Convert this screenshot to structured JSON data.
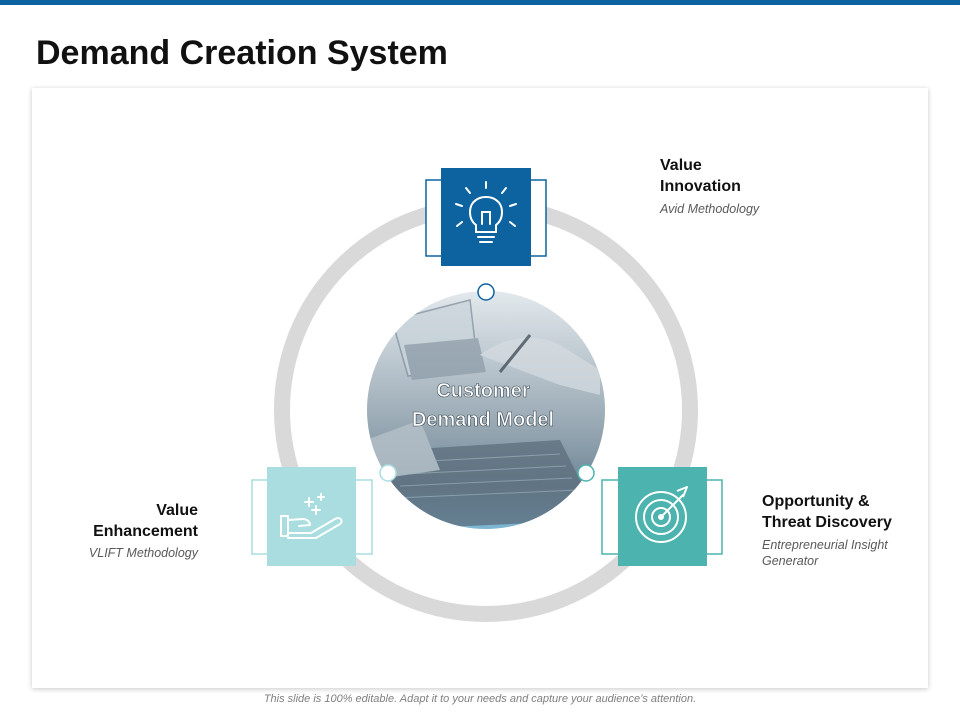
{
  "slide": {
    "title": "Demand Creation System",
    "footer": "This slide is 100% editable. Adapt it to your needs and capture your audience’s attention."
  },
  "center": {
    "line1": "Customer",
    "line2": "Demand Model"
  },
  "items": [
    {
      "title_line1": "Value",
      "title_line2": "Innovation",
      "subtitle_line1": "Avid Methodology",
      "subtitle_line2": "",
      "icon": "lightbulb-icon",
      "color": "#0d63a0"
    },
    {
      "title_line1": "Opportunity &",
      "title_line2": "Threat Discovery",
      "subtitle_line1": "Entrepreneurial Insight",
      "subtitle_line2": "Generator",
      "icon": "target-icon",
      "color": "#4cb3ae"
    },
    {
      "title_line1": "Value",
      "title_line2": "Enhancement",
      "subtitle_line1": "VLIFT Methodology",
      "subtitle_line2": "",
      "icon": "hand-sparkles-icon",
      "color": "#a9dde0"
    }
  ],
  "colors": {
    "accent_blue": "#0d63a0",
    "teal": "#4cb3ae",
    "light_teal": "#a9dde0",
    "ring_gray": "#d9d9d9"
  }
}
